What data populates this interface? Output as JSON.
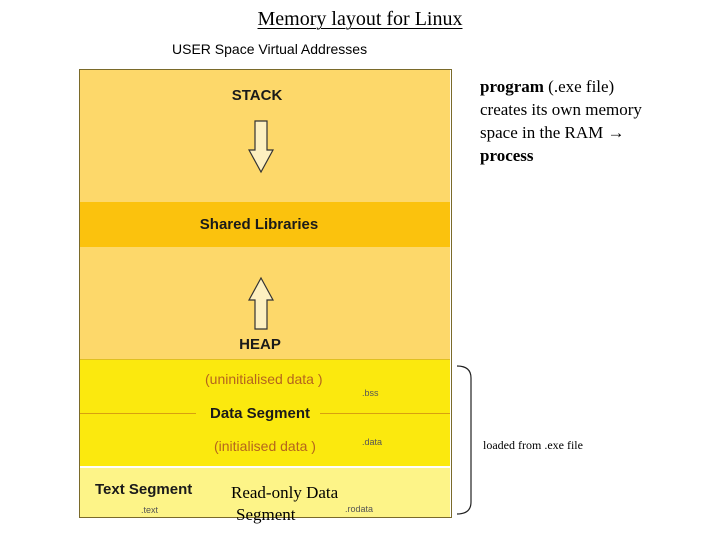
{
  "title": "Memory layout for Linux",
  "subtitle": "USER Space Virtual Addresses",
  "segments": {
    "stack": "STACK",
    "shared_libraries": "Shared Libraries",
    "heap": "HEAP",
    "uninitialised": "(uninitialised data )",
    "bss": ".bss",
    "data_segment": "Data Segment",
    "initialised": "(initialised data )",
    "data": ".data",
    "text_segment": "Text Segment",
    "text": ".text",
    "readonly_line1": "Read-only Data",
    "readonly_line2": "Segment",
    "rodata": ".rodata"
  },
  "note": {
    "line1_bold": "program",
    "line1_rest": " (.exe file)",
    "line2": "creates its own memory",
    "line3_text": "space in the RAM ",
    "line3_arrow": "→",
    "line4_bold": "process"
  },
  "loaded_label": "loaded from .exe file",
  "colors": {
    "stack_bg": "#fdd86a",
    "shared_bg": "#fbc20d",
    "heap_bg": "#fdd86a",
    "data_bg": "#fbe90e",
    "text_bg": "#fdf488"
  }
}
